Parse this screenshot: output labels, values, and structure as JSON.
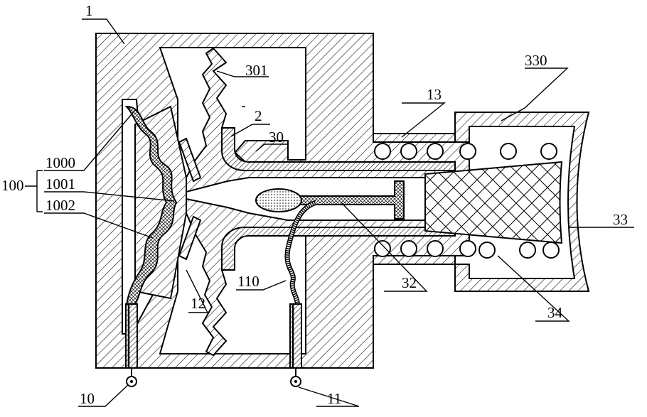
{
  "labels": {
    "housing": "1",
    "plate_2": "2",
    "terminal_10": "10",
    "terminal_11": "11",
    "part_12": "12",
    "sleeve_13": "13",
    "group_100": "100",
    "layer_1000": "1000",
    "layer_1001": "1001",
    "layer_1002": "1002",
    "wire_110": "110",
    "nozzle_30": "30",
    "rod_32": "32",
    "plunger_33": "33",
    "spring_34": "34",
    "fold_301": "301",
    "cap_330": "330"
  },
  "colors": {
    "ink": "#000000",
    "paper": "#ffffff"
  }
}
